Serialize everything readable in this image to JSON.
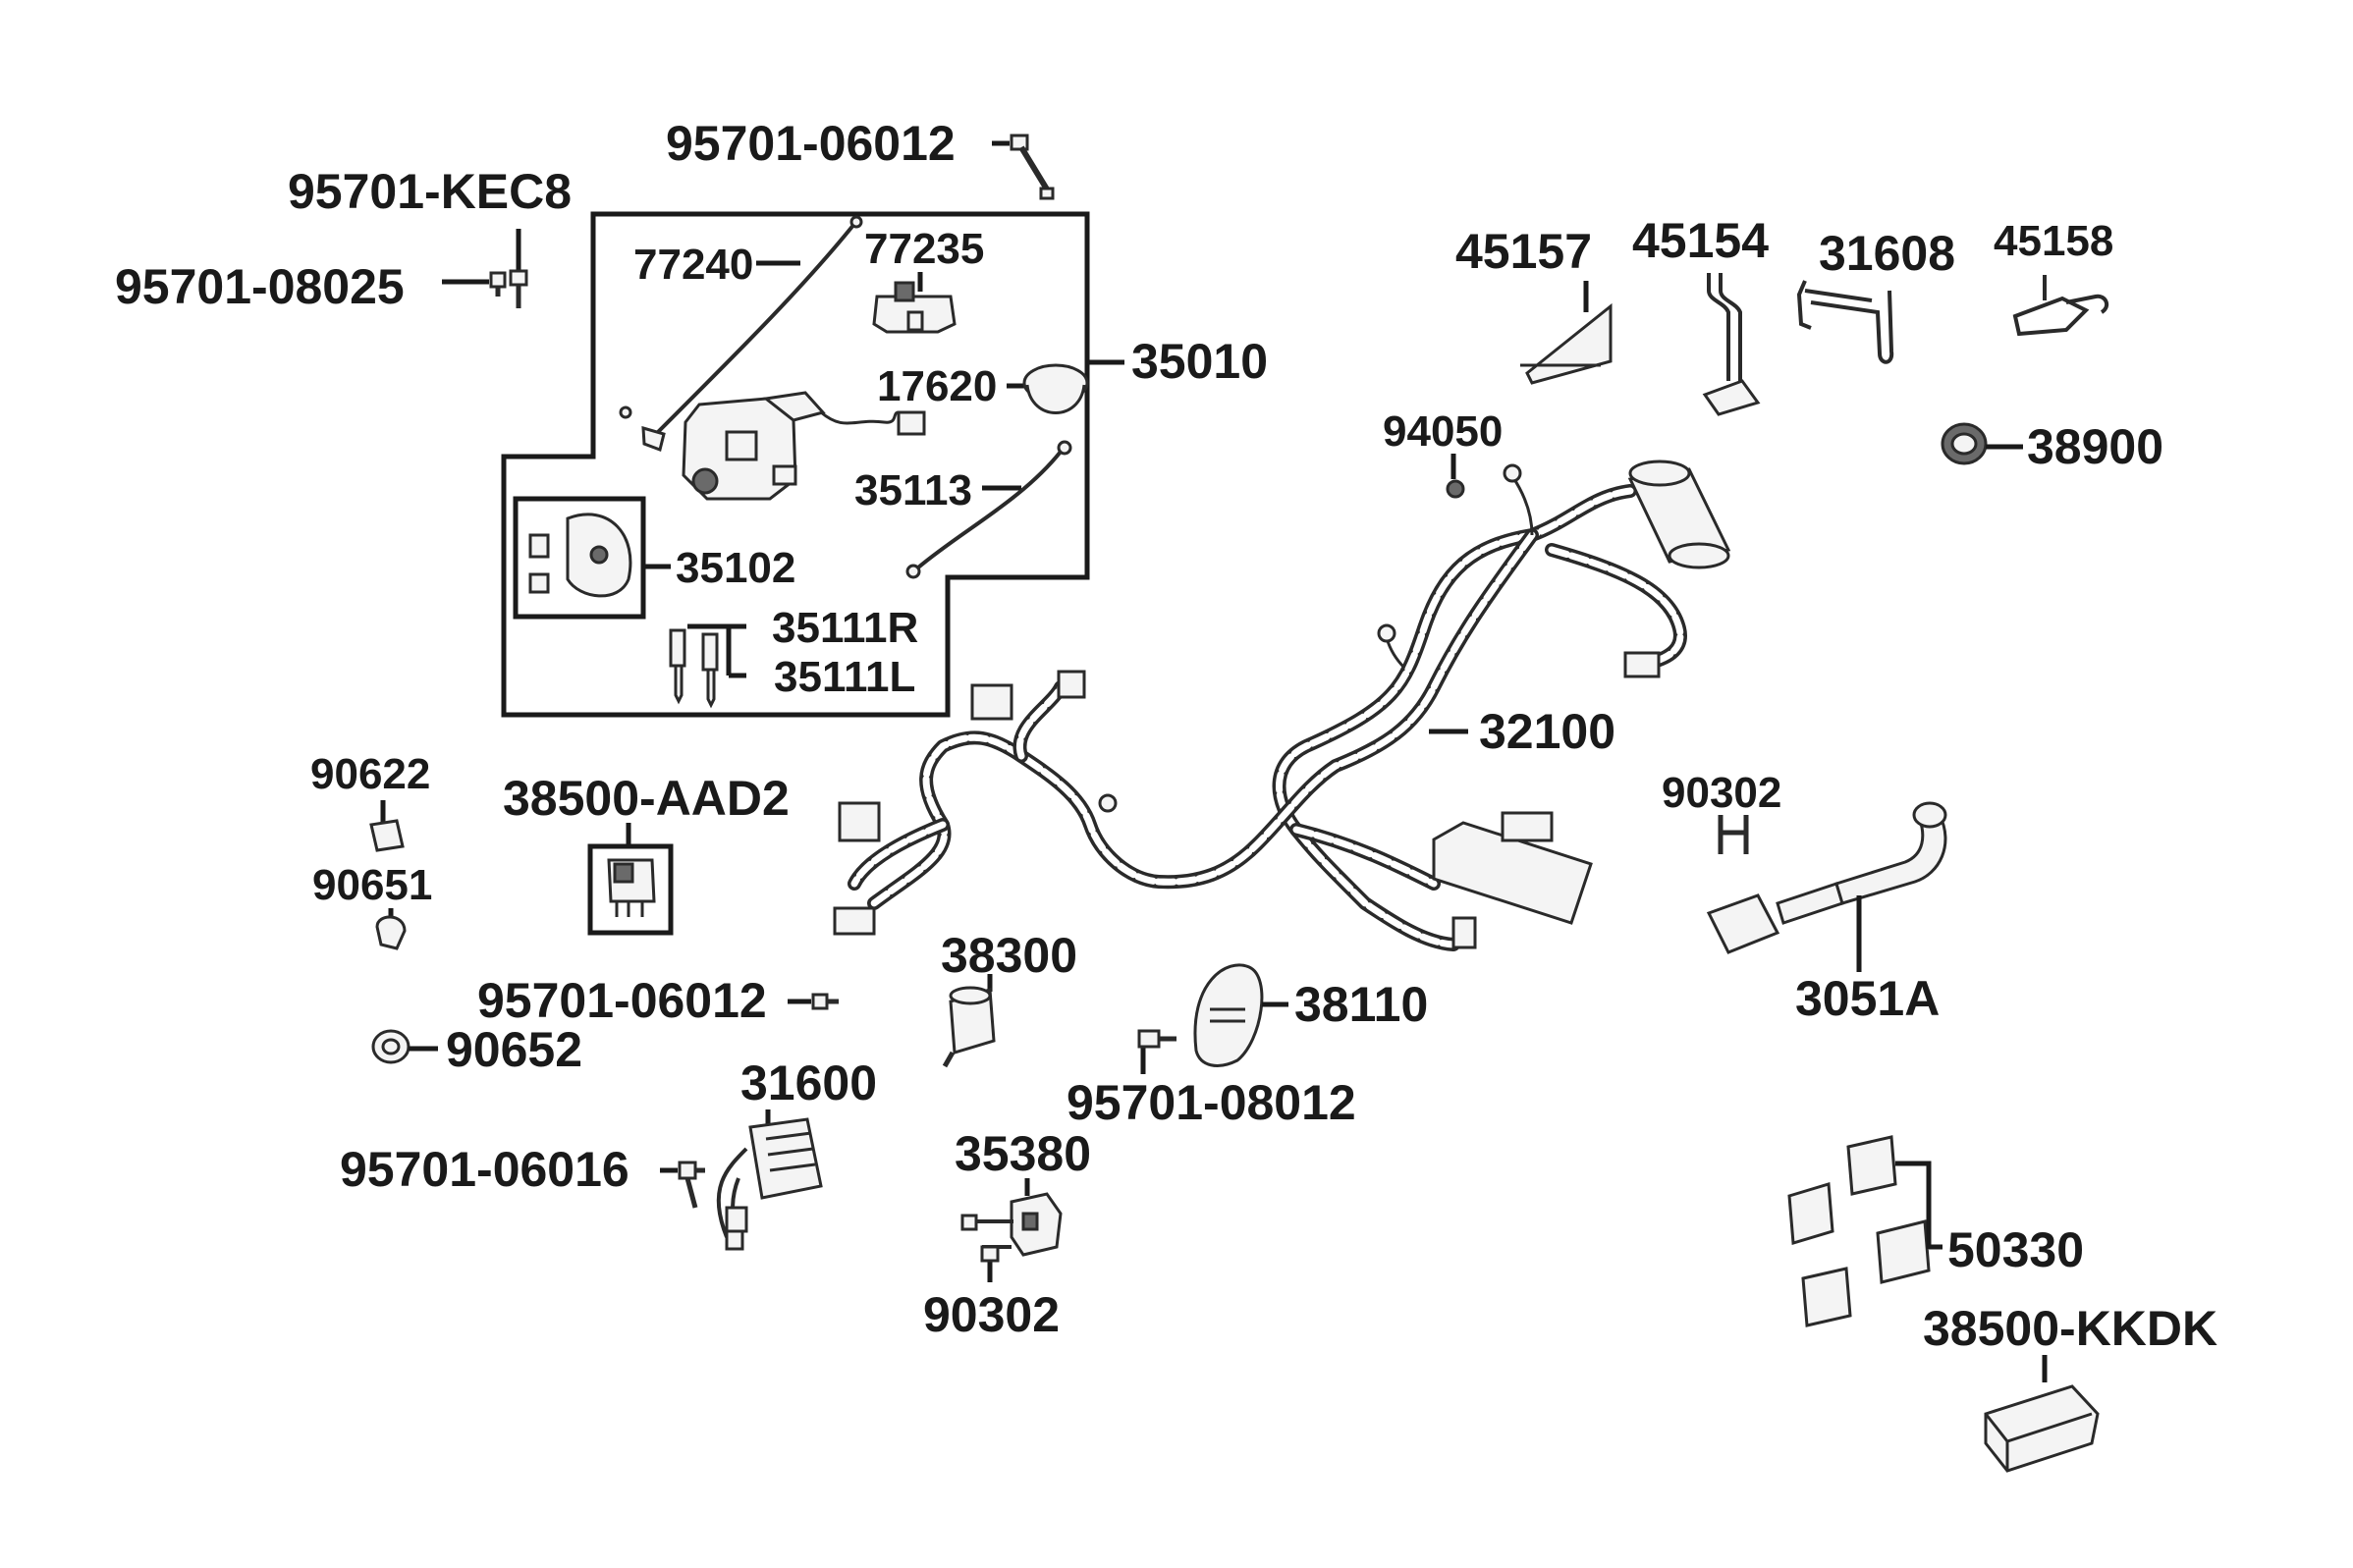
{
  "diagram": {
    "labels": {
      "p_95701_06012_top": "95701-06012",
      "p_95701_kec8": "95701-KEC8",
      "p_95701_08025": "95701-08025",
      "p_77240": "77240",
      "p_77235": "77235",
      "p_17620": "17620",
      "p_35010": "35010",
      "p_35113": "35113",
      "p_35102": "35102",
      "p_35111r": "35111R",
      "p_35111l": "35111L",
      "p_45157": "45157",
      "p_45154": "45154",
      "p_31608": "31608",
      "p_45158": "45158",
      "p_38900": "38900",
      "p_94050": "94050",
      "p_32100": "32100",
      "p_90302_right": "90302",
      "p_3051a": "3051A",
      "p_90622": "90622",
      "p_38500_aad2": "38500-AAD2",
      "p_90651": "90651",
      "p_95701_06012_mid": "95701-06012",
      "p_38300": "38300",
      "p_38110": "38110",
      "p_90652": "90652",
      "p_95701_08012": "95701-08012",
      "p_31600": "31600",
      "p_95701_06016": "95701-06016",
      "p_35380": "35380",
      "p_90302_bottom": "90302",
      "p_50330": "50330",
      "p_38500_kkdk": "38500-KKDK"
    }
  }
}
